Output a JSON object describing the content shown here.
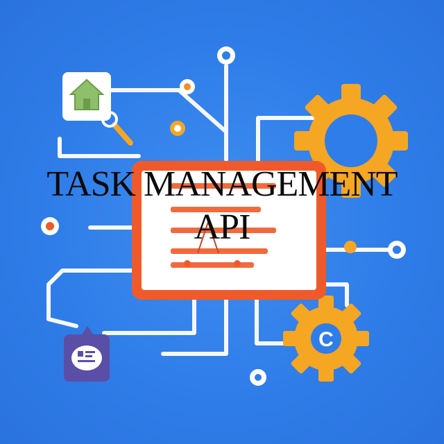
{
  "title": {
    "line1": "TASK MANAGEMENT",
    "line2": "API"
  },
  "gear_bottom_label": "C",
  "colors": {
    "background": "#2f7de8",
    "circuit_line": "#ffffff",
    "gear": "#f5a623",
    "screen_border": "#f05a2a",
    "screen_fill": "#ffffff",
    "home_icon": "#8fbf6a",
    "chat_bubble": "#5a4ea6",
    "title_text": "#0b0b0b"
  },
  "icons": [
    "home-icon",
    "magnifier-icon",
    "gear-icon",
    "chat-icon",
    "screen-icon",
    "circuit-node-icon"
  ]
}
